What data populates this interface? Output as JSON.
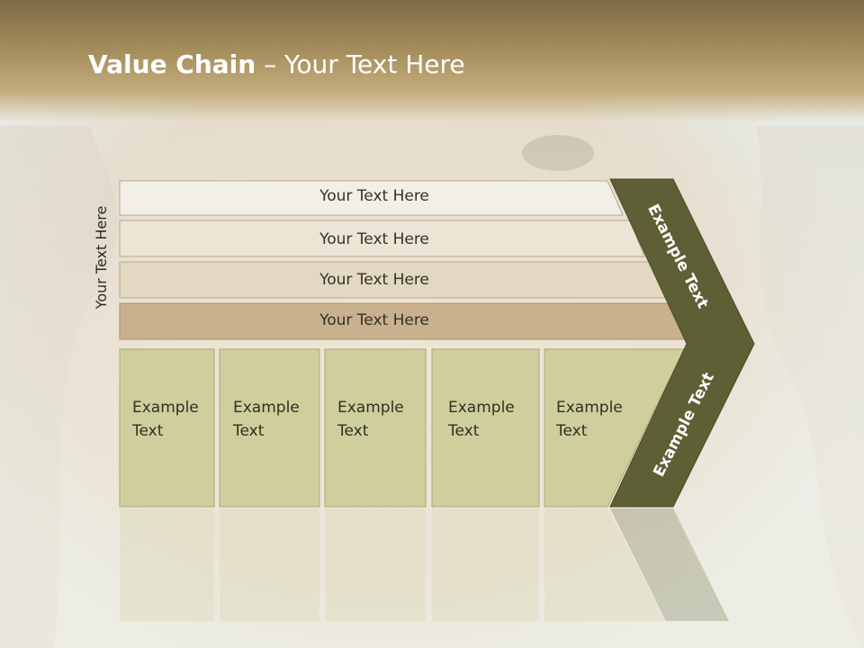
{
  "slide": {
    "title_bold": "Value Chain",
    "title_rest": " – Your Text Here",
    "vertical_label": "Your Text Here"
  },
  "rows": [
    {
      "label": "Your Text Here"
    },
    {
      "label": "Your Text Here"
    },
    {
      "label": "Your Text Here"
    },
    {
      "label": "Your Text Here"
    }
  ],
  "boxes": [
    {
      "line1": "Example",
      "line2": "Text"
    },
    {
      "line1": "Example",
      "line2": "Text"
    },
    {
      "line1": "Example",
      "line2": "Text"
    },
    {
      "line1": "Example",
      "line2": "Text"
    },
    {
      "line1": "Example",
      "line2": "Text"
    }
  ],
  "arrow": {
    "upper_label": "Example Text",
    "lower_label": "Example Text"
  },
  "colors": {
    "header": "#a8905f",
    "arrow": "#5f5f35",
    "box": "#cfcf9e"
  }
}
